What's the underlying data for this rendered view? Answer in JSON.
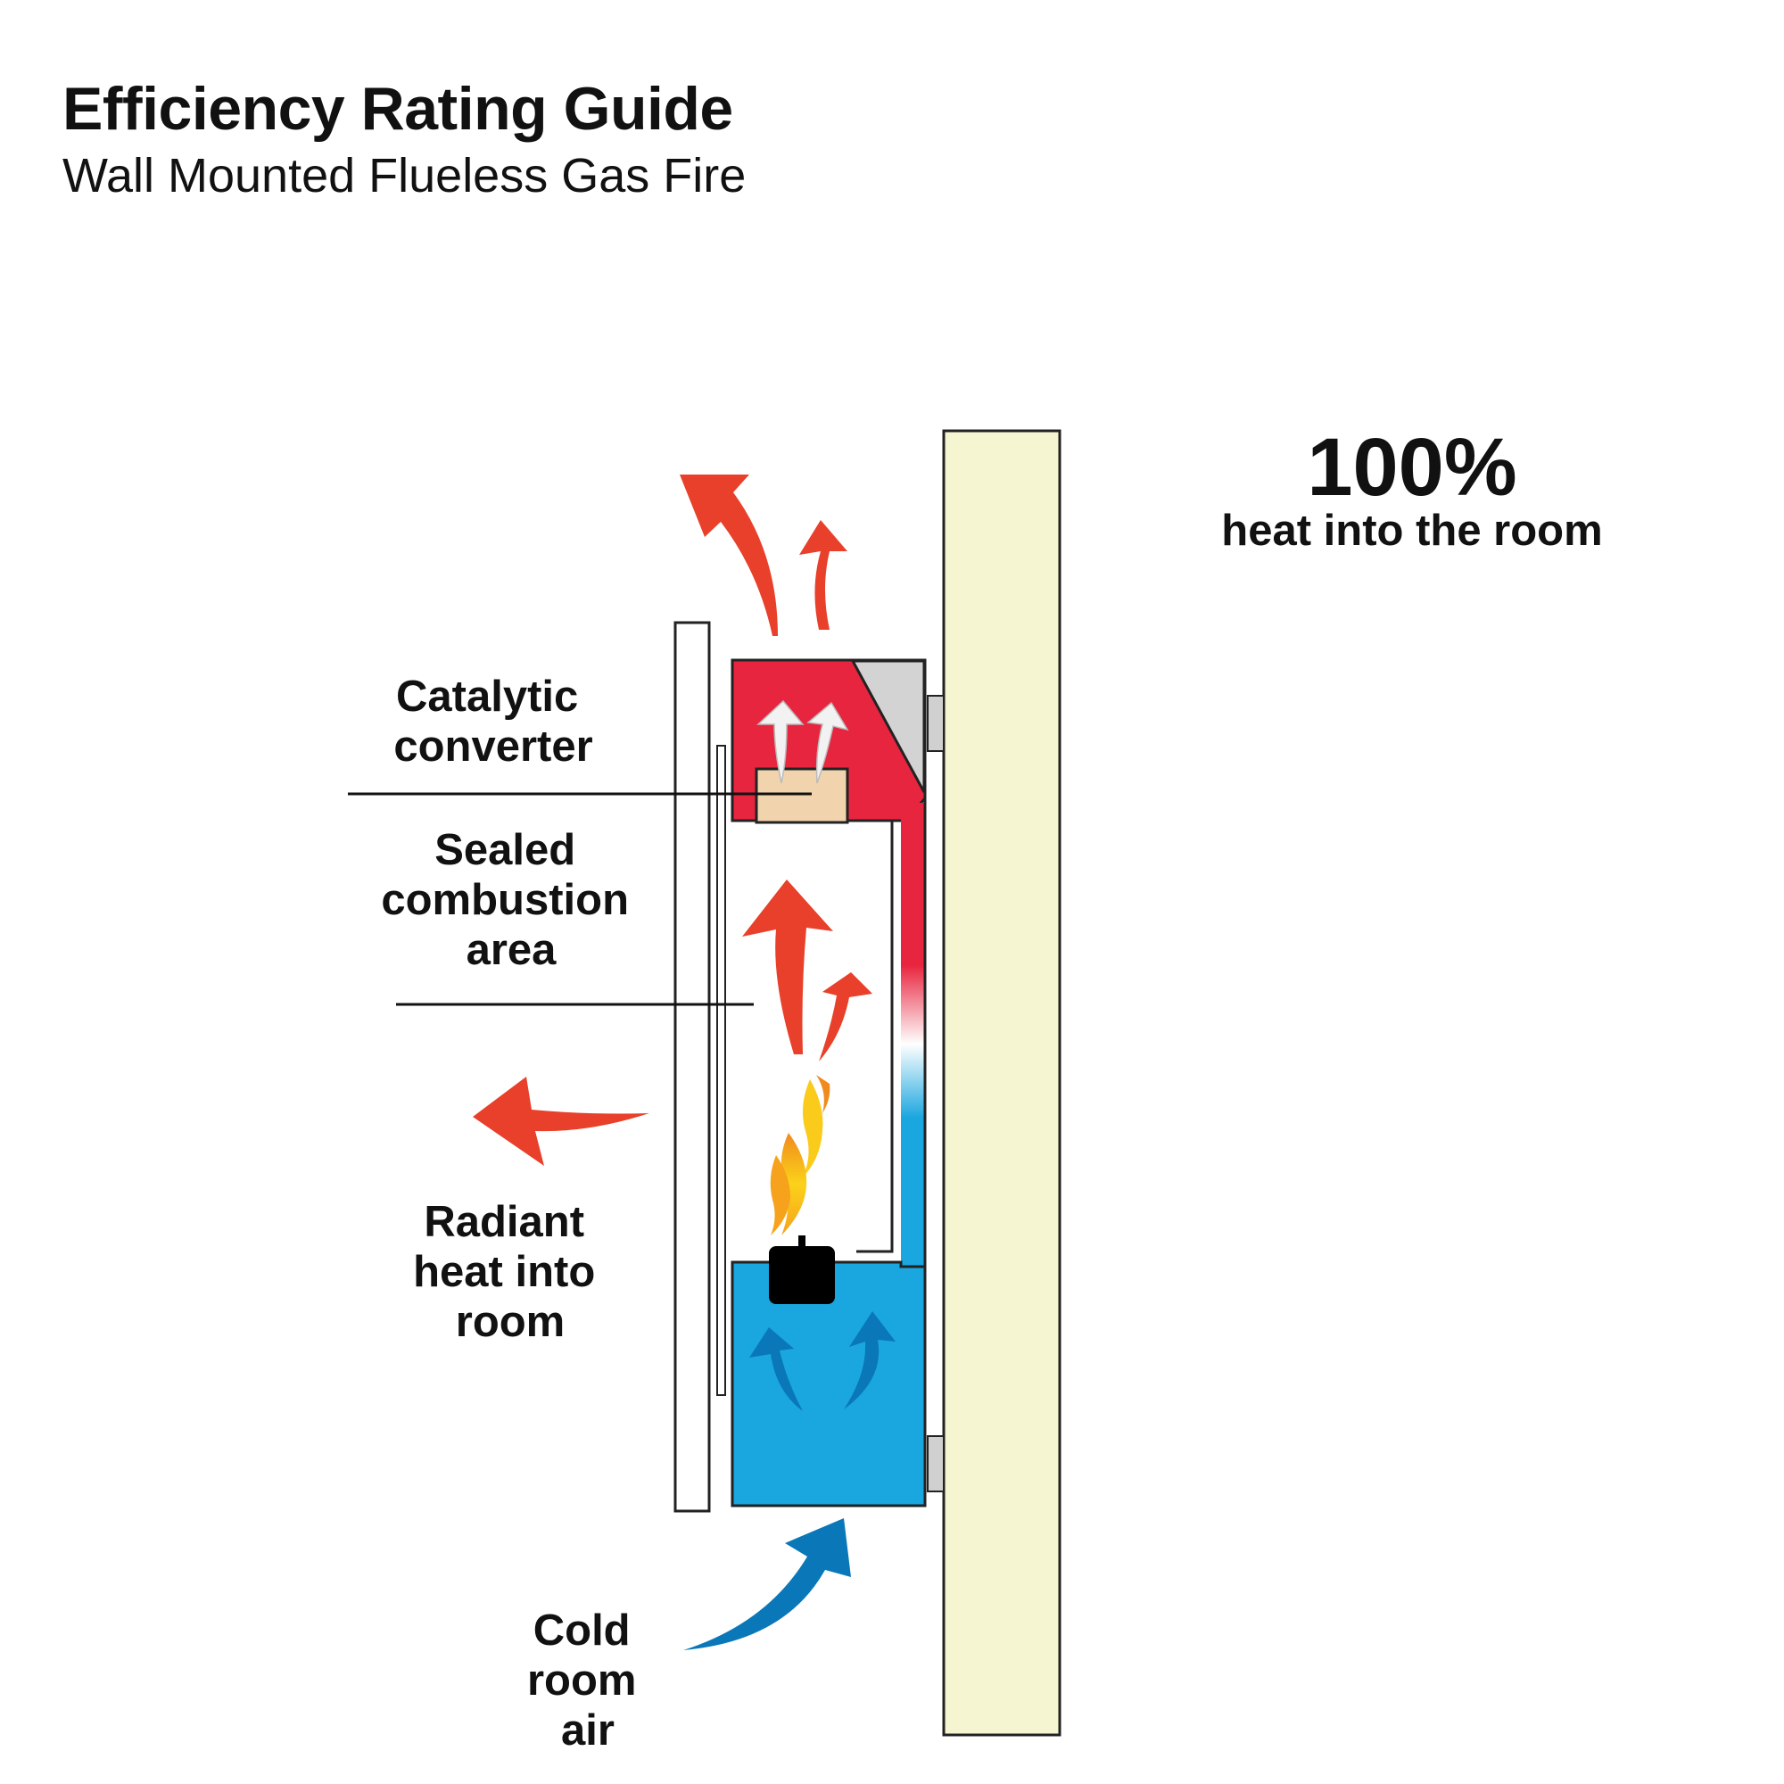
{
  "header": {
    "title": "Efficiency Rating Guide",
    "subtitle": "Wall Mounted Flueless Gas Fire"
  },
  "summary": {
    "percentage": "100%",
    "caption": "heat into the room"
  },
  "labels": {
    "catalytic": [
      "Catalytic",
      "converter"
    ],
    "sealed": [
      "Sealed",
      "combustion",
      "area"
    ],
    "radiant": [
      "Radiant",
      "heat into",
      "room"
    ],
    "cold": [
      "Cold",
      "room",
      "air"
    ]
  },
  "colors": {
    "hot_red": "#e8253f",
    "arrow_red": "#e8402a",
    "cold_blue": "#1aa6df",
    "arrow_blue": "#0a78b8",
    "wall": "#f6f5d2",
    "converter": "#f1d4ad",
    "deflector": "#d3d3d3",
    "burner": "#000000"
  }
}
